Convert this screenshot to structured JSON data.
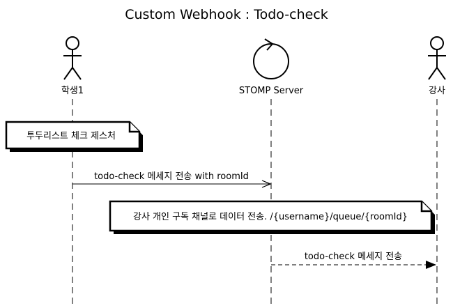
{
  "diagram": {
    "title": "Custom Webhook : Todo-check"
  },
  "participants": [
    {
      "id": "student",
      "label": "학생1",
      "kind": "actor"
    },
    {
      "id": "server",
      "label": "STOMP Server",
      "kind": "control"
    },
    {
      "id": "teacher",
      "label": "강사",
      "kind": "actor"
    }
  ],
  "steps": [
    {
      "kind": "note",
      "over": [
        "student"
      ],
      "text": "투두리스트 체크 제스처"
    },
    {
      "kind": "message",
      "from": "student",
      "to": "server",
      "style": "solid",
      "arrow": "open",
      "text": "todo-check 메세지 전송 with roomId"
    },
    {
      "kind": "note",
      "over": [
        "server"
      ],
      "text": "강사 개인 구독 채널로 데이터 전송. /{username}/queue/{roomId}"
    },
    {
      "kind": "message",
      "from": "server",
      "to": "teacher",
      "style": "dashed",
      "arrow": "filled",
      "text": "todo-check 메세지 전송"
    }
  ]
}
